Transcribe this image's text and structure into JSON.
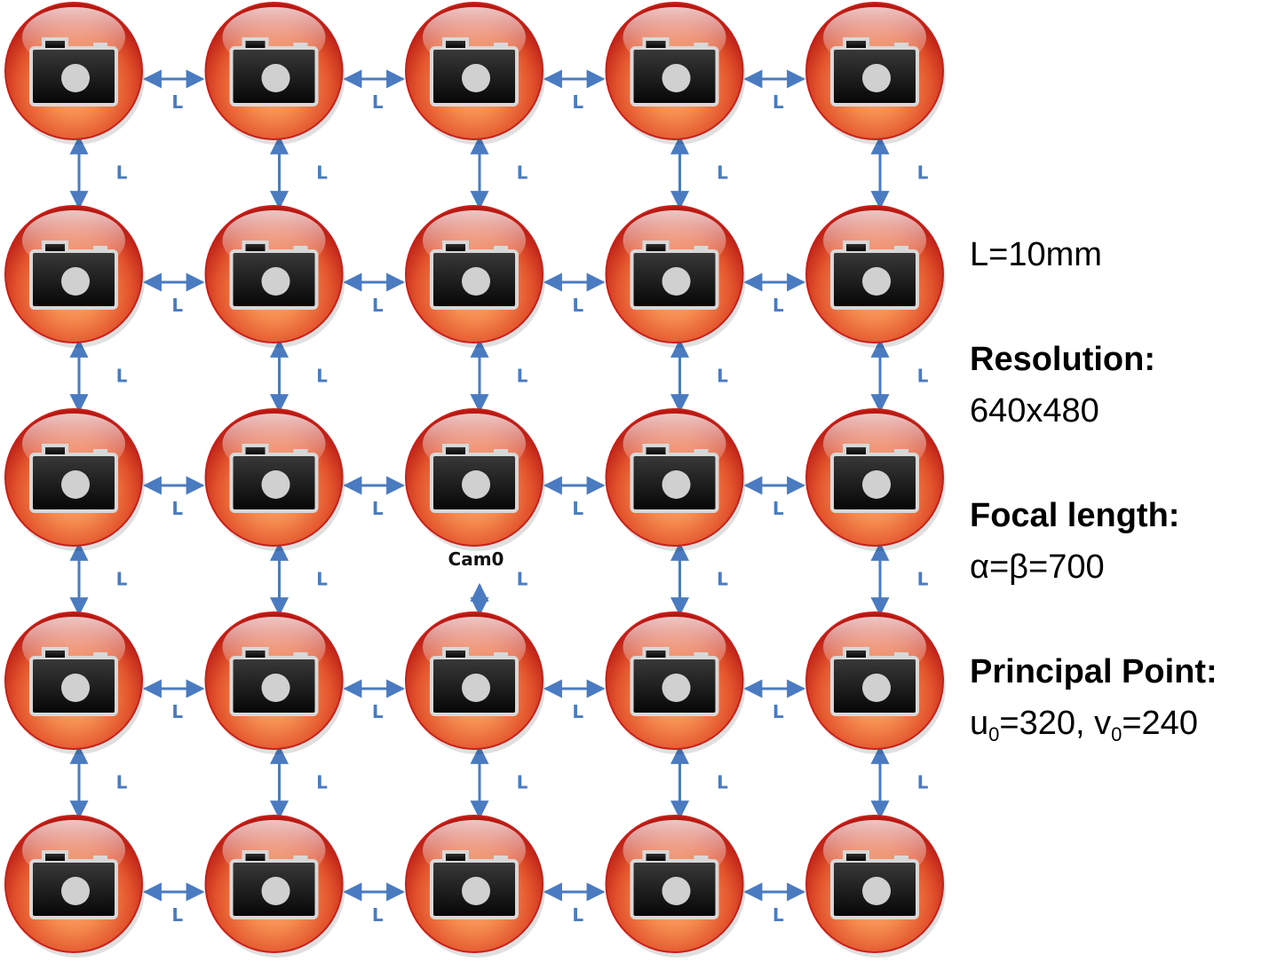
{
  "grid": {
    "rows": 5,
    "cols": 5,
    "spacing_label": "L",
    "reference_camera": {
      "row": 2,
      "col": 2,
      "label": "Cam0"
    }
  },
  "params": {
    "spacing": "L=10mm",
    "resolution_label": "Resolution:",
    "resolution_value": "640x480",
    "focal_label": "Focal length:",
    "focal_value": "α=β=700",
    "principal_label": "Principal Point:",
    "principal_u": "u",
    "principal_u_sub": "0",
    "principal_u_val": "=320, ",
    "principal_v": "v",
    "principal_v_sub": "0",
    "principal_v_val": "=240"
  },
  "colors": {
    "sphere_outer": "#c8201a",
    "sphere_inner": "#f58a4e",
    "arrow": "#4a7bc0",
    "camera_body": "#111111"
  },
  "icons": {
    "camera": "camera-icon"
  }
}
